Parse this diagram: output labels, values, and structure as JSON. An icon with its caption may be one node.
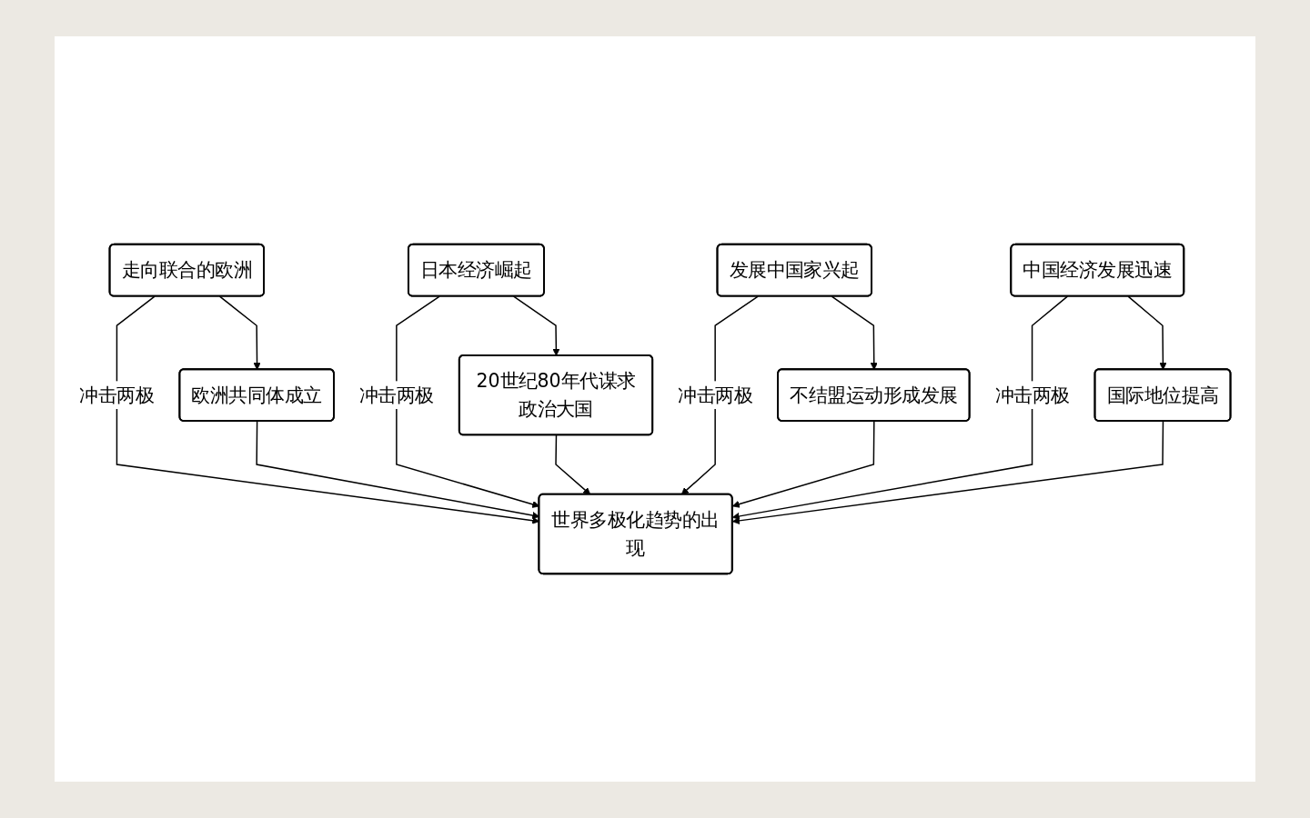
{
  "diagram": {
    "nodes": [
      {
        "text": [
          "走向联合的欧洲"
        ]
      },
      {
        "text": [
          "欧洲共同体成立"
        ]
      },
      {
        "text": [
          "日本经济崛起"
        ]
      },
      {
        "text": [
          "20世纪80年代谋求政治大国"
        ]
      },
      {
        "text": [
          "世界多极化趋势的出现"
        ]
      },
      {
        "text": [
          "发展中国家兴起"
        ]
      },
      {
        "text": [
          "不结盟运动形成发展"
        ]
      },
      {
        "text": [
          "中国经济发展迅速"
        ]
      },
      {
        "text": [
          "国际地位提高"
        ]
      }
    ],
    "edges": [
      {
        "from": 0,
        "to": 1,
        "arrow": "to"
      },
      {
        "from": 0,
        "to": 4,
        "arrow": "to",
        "label": "冲击两极"
      },
      {
        "from": 1,
        "to": 4,
        "arrow": "to"
      },
      {
        "from": 2,
        "to": 3,
        "arrow": "to"
      },
      {
        "from": 2,
        "to": 4,
        "arrow": "to",
        "label": "冲击两极"
      },
      {
        "from": 3,
        "to": 4,
        "arrow": "to"
      },
      {
        "from": 5,
        "to": 6,
        "arrow": "to"
      },
      {
        "from": 5,
        "to": 4,
        "arrow": "to",
        "label": "冲击两极"
      },
      {
        "from": 6,
        "to": 4,
        "arrow": "to"
      },
      {
        "from": 7,
        "to": 8,
        "arrow": "to"
      },
      {
        "from": 7,
        "to": 4,
        "arrow": "to",
        "label": "冲击两极"
      },
      {
        "from": 8,
        "to": 4,
        "arrow": "to"
      }
    ]
  }
}
